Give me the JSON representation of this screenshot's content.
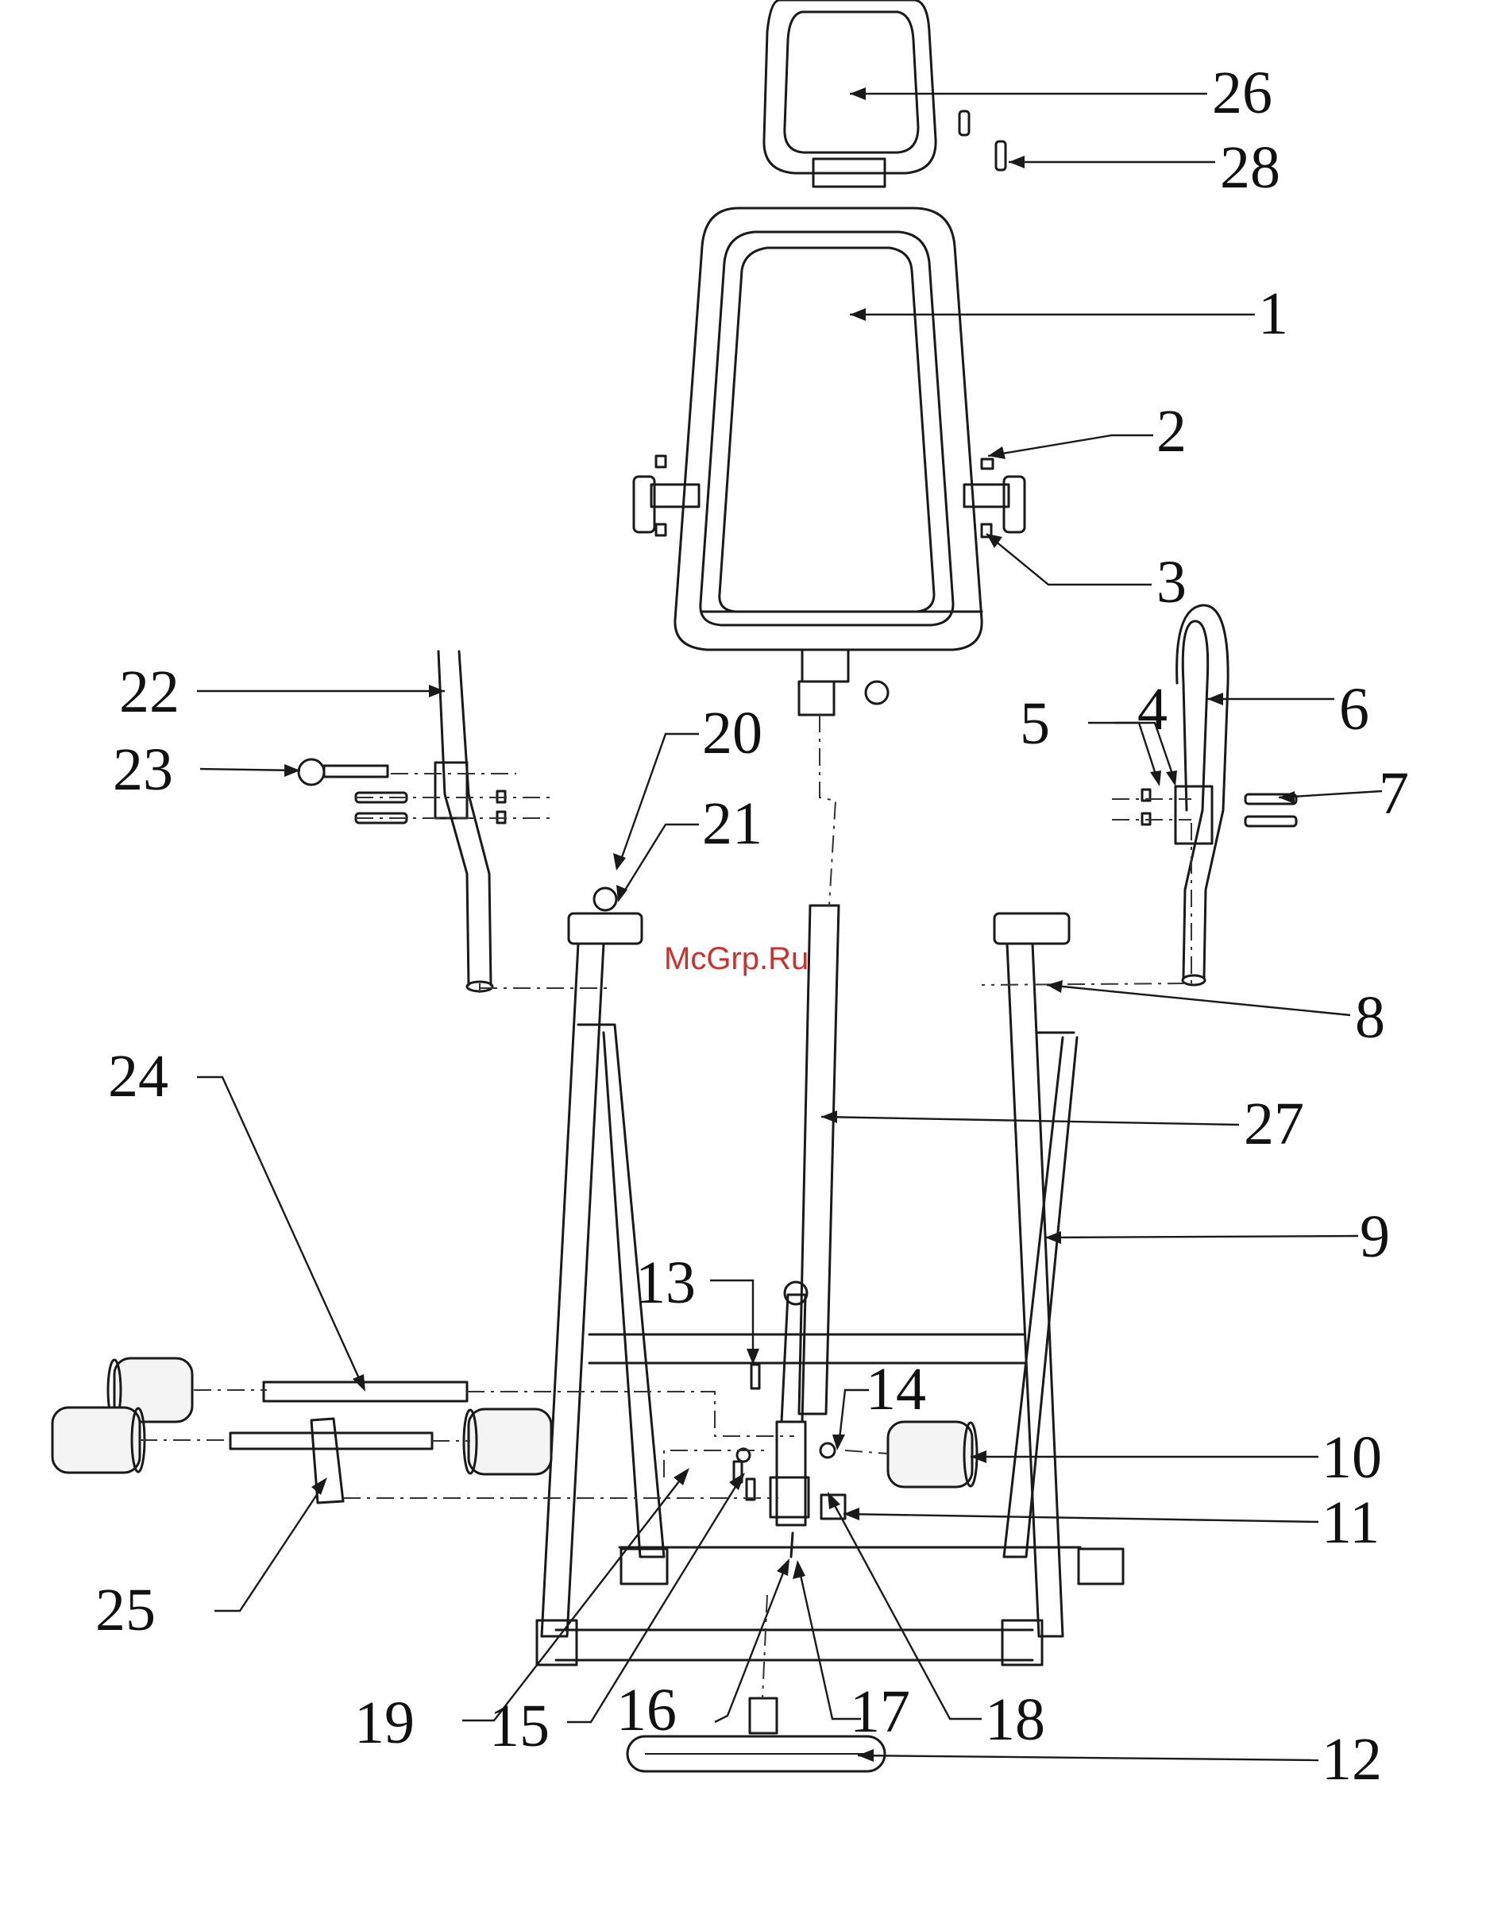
{
  "watermark": "McGrp.Ru",
  "colors": {
    "line": "#1a1a1a",
    "watermark": "#d0302c",
    "background": "#ffffff"
  },
  "callouts": [
    {
      "id": "c26",
      "label": "26"
    },
    {
      "id": "c28",
      "label": "28"
    },
    {
      "id": "c1",
      "label": "1"
    },
    {
      "id": "c2",
      "label": "2"
    },
    {
      "id": "c3",
      "label": "3"
    },
    {
      "id": "c22",
      "label": "22"
    },
    {
      "id": "c23",
      "label": "23"
    },
    {
      "id": "c20",
      "label": "20"
    },
    {
      "id": "c21",
      "label": "21"
    },
    {
      "id": "c5",
      "label": "5"
    },
    {
      "id": "c4",
      "label": "4"
    },
    {
      "id": "c6",
      "label": "6"
    },
    {
      "id": "c7",
      "label": "7"
    },
    {
      "id": "c8",
      "label": "8"
    },
    {
      "id": "c24",
      "label": "24"
    },
    {
      "id": "c27",
      "label": "27"
    },
    {
      "id": "c9",
      "label": "9"
    },
    {
      "id": "c13",
      "label": "13"
    },
    {
      "id": "c14",
      "label": "14"
    },
    {
      "id": "c10",
      "label": "10"
    },
    {
      "id": "c11",
      "label": "11"
    },
    {
      "id": "c25",
      "label": "25"
    },
    {
      "id": "c19",
      "label": "19"
    },
    {
      "id": "c15",
      "label": "15"
    },
    {
      "id": "c16",
      "label": "16"
    },
    {
      "id": "c17",
      "label": "17"
    },
    {
      "id": "c18",
      "label": "18"
    },
    {
      "id": "c12",
      "label": "12"
    }
  ]
}
